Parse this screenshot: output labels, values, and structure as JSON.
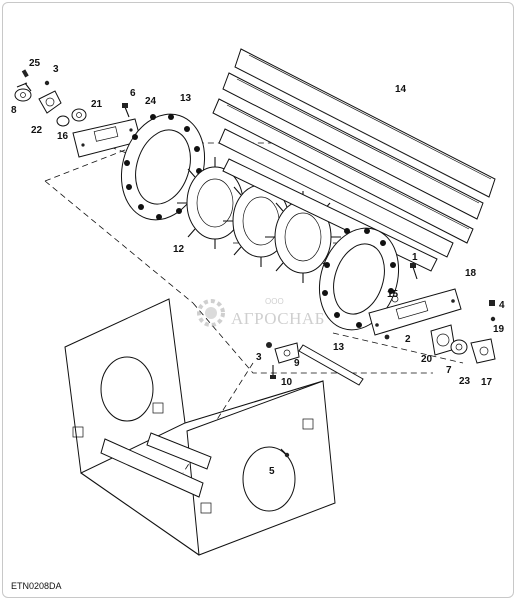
{
  "diagram": {
    "reference_code": "ETN0208DA",
    "watermark": {
      "prefix": "ООО",
      "name": "АГРОСНАБ"
    },
    "callouts": [
      "25",
      "3",
      "8",
      "22",
      "16",
      "21",
      "6",
      "24",
      "13",
      "14",
      "12",
      "1",
      "15",
      "18",
      "4",
      "19",
      "2",
      "20",
      "7",
      "23",
      "17",
      "3",
      "9",
      "10",
      "13",
      "5"
    ]
  }
}
